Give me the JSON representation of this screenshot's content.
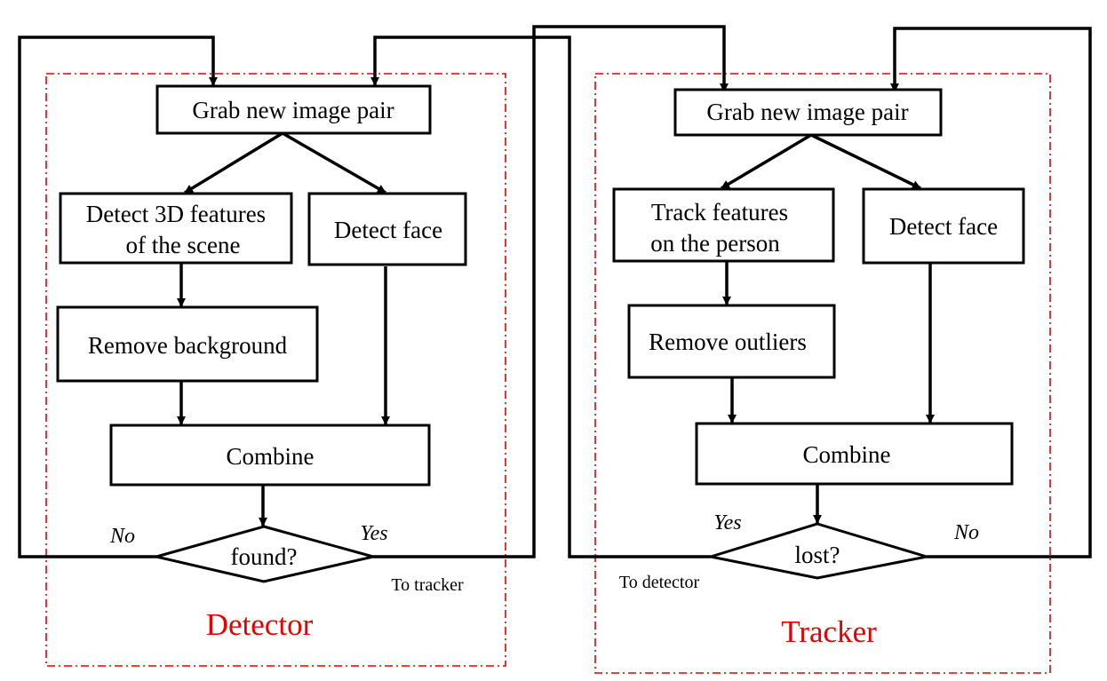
{
  "detector": {
    "caption": "Detector",
    "grab": "Grab new image pair",
    "detect3d_line1": "Detect 3D features",
    "detect3d_line2": "of the scene",
    "detect_face": "Detect face",
    "remove_bg": "Remove background",
    "combine": "Combine",
    "decision": "found?",
    "no_label": "No",
    "yes_label": "Yes",
    "exit_note": "To tracker"
  },
  "tracker": {
    "caption": "Tracker",
    "grab": "Grab new image pair",
    "track_line1": "Track  features",
    "track_line2": "on the person",
    "detect_face": "Detect face",
    "remove_outliers": "Remove outliers",
    "combine": "Combine",
    "decision": "lost?",
    "yes_label": "Yes",
    "no_label": "No",
    "exit_note": "To detector"
  },
  "colors": {
    "caption": "#e60000",
    "frame": "#e60000",
    "ink": "#000000"
  }
}
